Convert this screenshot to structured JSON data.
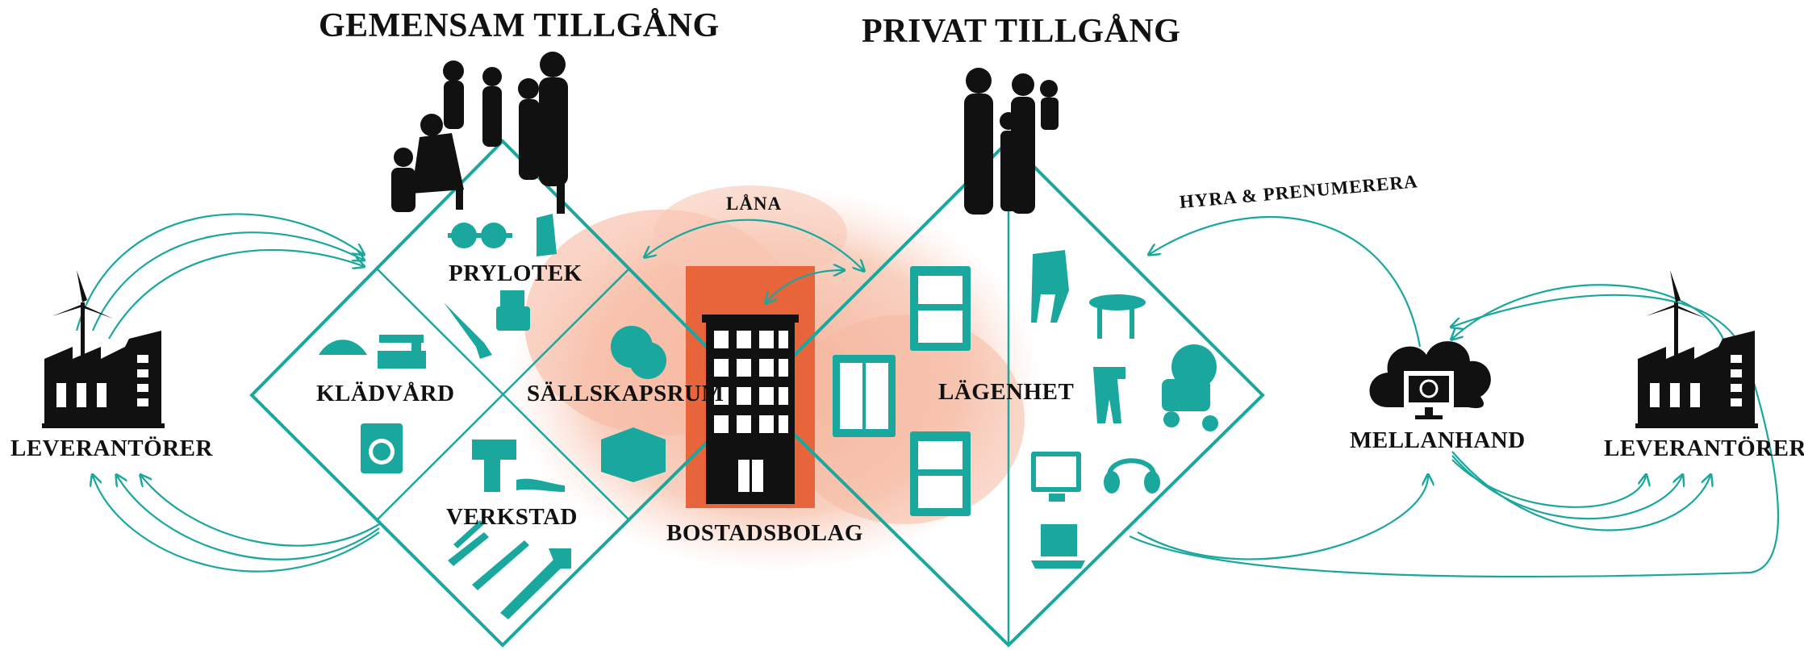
{
  "titles": {
    "shared": "GEMENSAM TILLGÅNG",
    "private": "PRIVAT TILLGÅNG"
  },
  "zones": {
    "prylotek": "PRYLOTEK",
    "kladvard": "KLÄDVÅRD",
    "sallskapsrum": "SÄLLSKAPSRUM",
    "verkstad": "VERKSTAD",
    "lagenhet": "LÄGENHET",
    "bostadsbolag": "BOSTADSBOLAG"
  },
  "nodes": {
    "leverantorer_left": "LEVERANTÖRER",
    "leverantorer_right": "LEVERANTÖRER",
    "mellanhand": "MELLANHAND"
  },
  "arrows": {
    "lana": "LÅNA",
    "hyra": "HYRA & PRENUMERERA"
  },
  "colors": {
    "teal": "#1aa79d",
    "orange": "#e8643a",
    "peach_wash": "#f4b49a",
    "black": "#111111"
  }
}
